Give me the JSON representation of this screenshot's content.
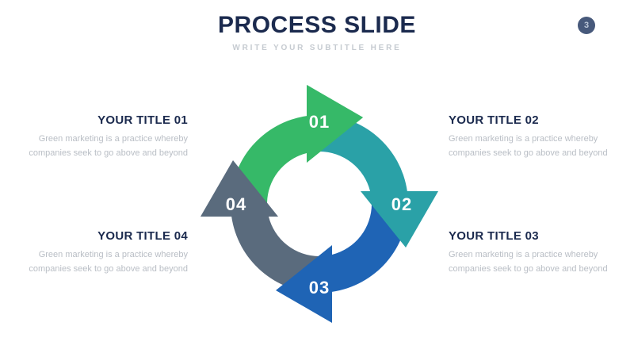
{
  "slide": {
    "title": "PROCESS SLIDE",
    "subtitle": "WRITE YOUR SUBTITLE HERE",
    "page_number": "3",
    "background": "#ffffff"
  },
  "colors": {
    "title_navy": "#1b2a4e",
    "subtitle_gray": "#c6cbd1",
    "body_text_gray": "#b9bec5",
    "badge_slate": "#47597b",
    "badge_text": "#bac5d6",
    "step_label": "#ffffff"
  },
  "diagram": {
    "type": "cycle-arrows",
    "direction": "clockwise",
    "steps": [
      {
        "number": "01",
        "color": "#36b968",
        "name": "green-arrow"
      },
      {
        "number": "02",
        "color": "#2aa1a7",
        "name": "teal-arrow"
      },
      {
        "number": "03",
        "color": "#1f64b5",
        "name": "blue-arrow"
      },
      {
        "number": "04",
        "color": "#5a6b7d",
        "name": "slate-arrow"
      }
    ]
  },
  "blocks": [
    {
      "title": "YOUR TITLE 01",
      "position": "top-left",
      "lines": [
        "Green marketing is a practice whereby",
        "companies seek to go above and beyond"
      ]
    },
    {
      "title": "YOUR TITLE 02",
      "position": "top-right",
      "lines": [
        "Green marketing is a practice whereby",
        "companies seek to go above and beyond"
      ]
    },
    {
      "title": "YOUR TITLE 03",
      "position": "bottom-right",
      "lines": [
        "Green marketing is a practice whereby",
        "companies seek to go above and beyond"
      ]
    },
    {
      "title": "YOUR TITLE 04",
      "position": "bottom-left",
      "lines": [
        "Green marketing is a practice whereby",
        "companies seek to go above and beyond"
      ]
    }
  ]
}
